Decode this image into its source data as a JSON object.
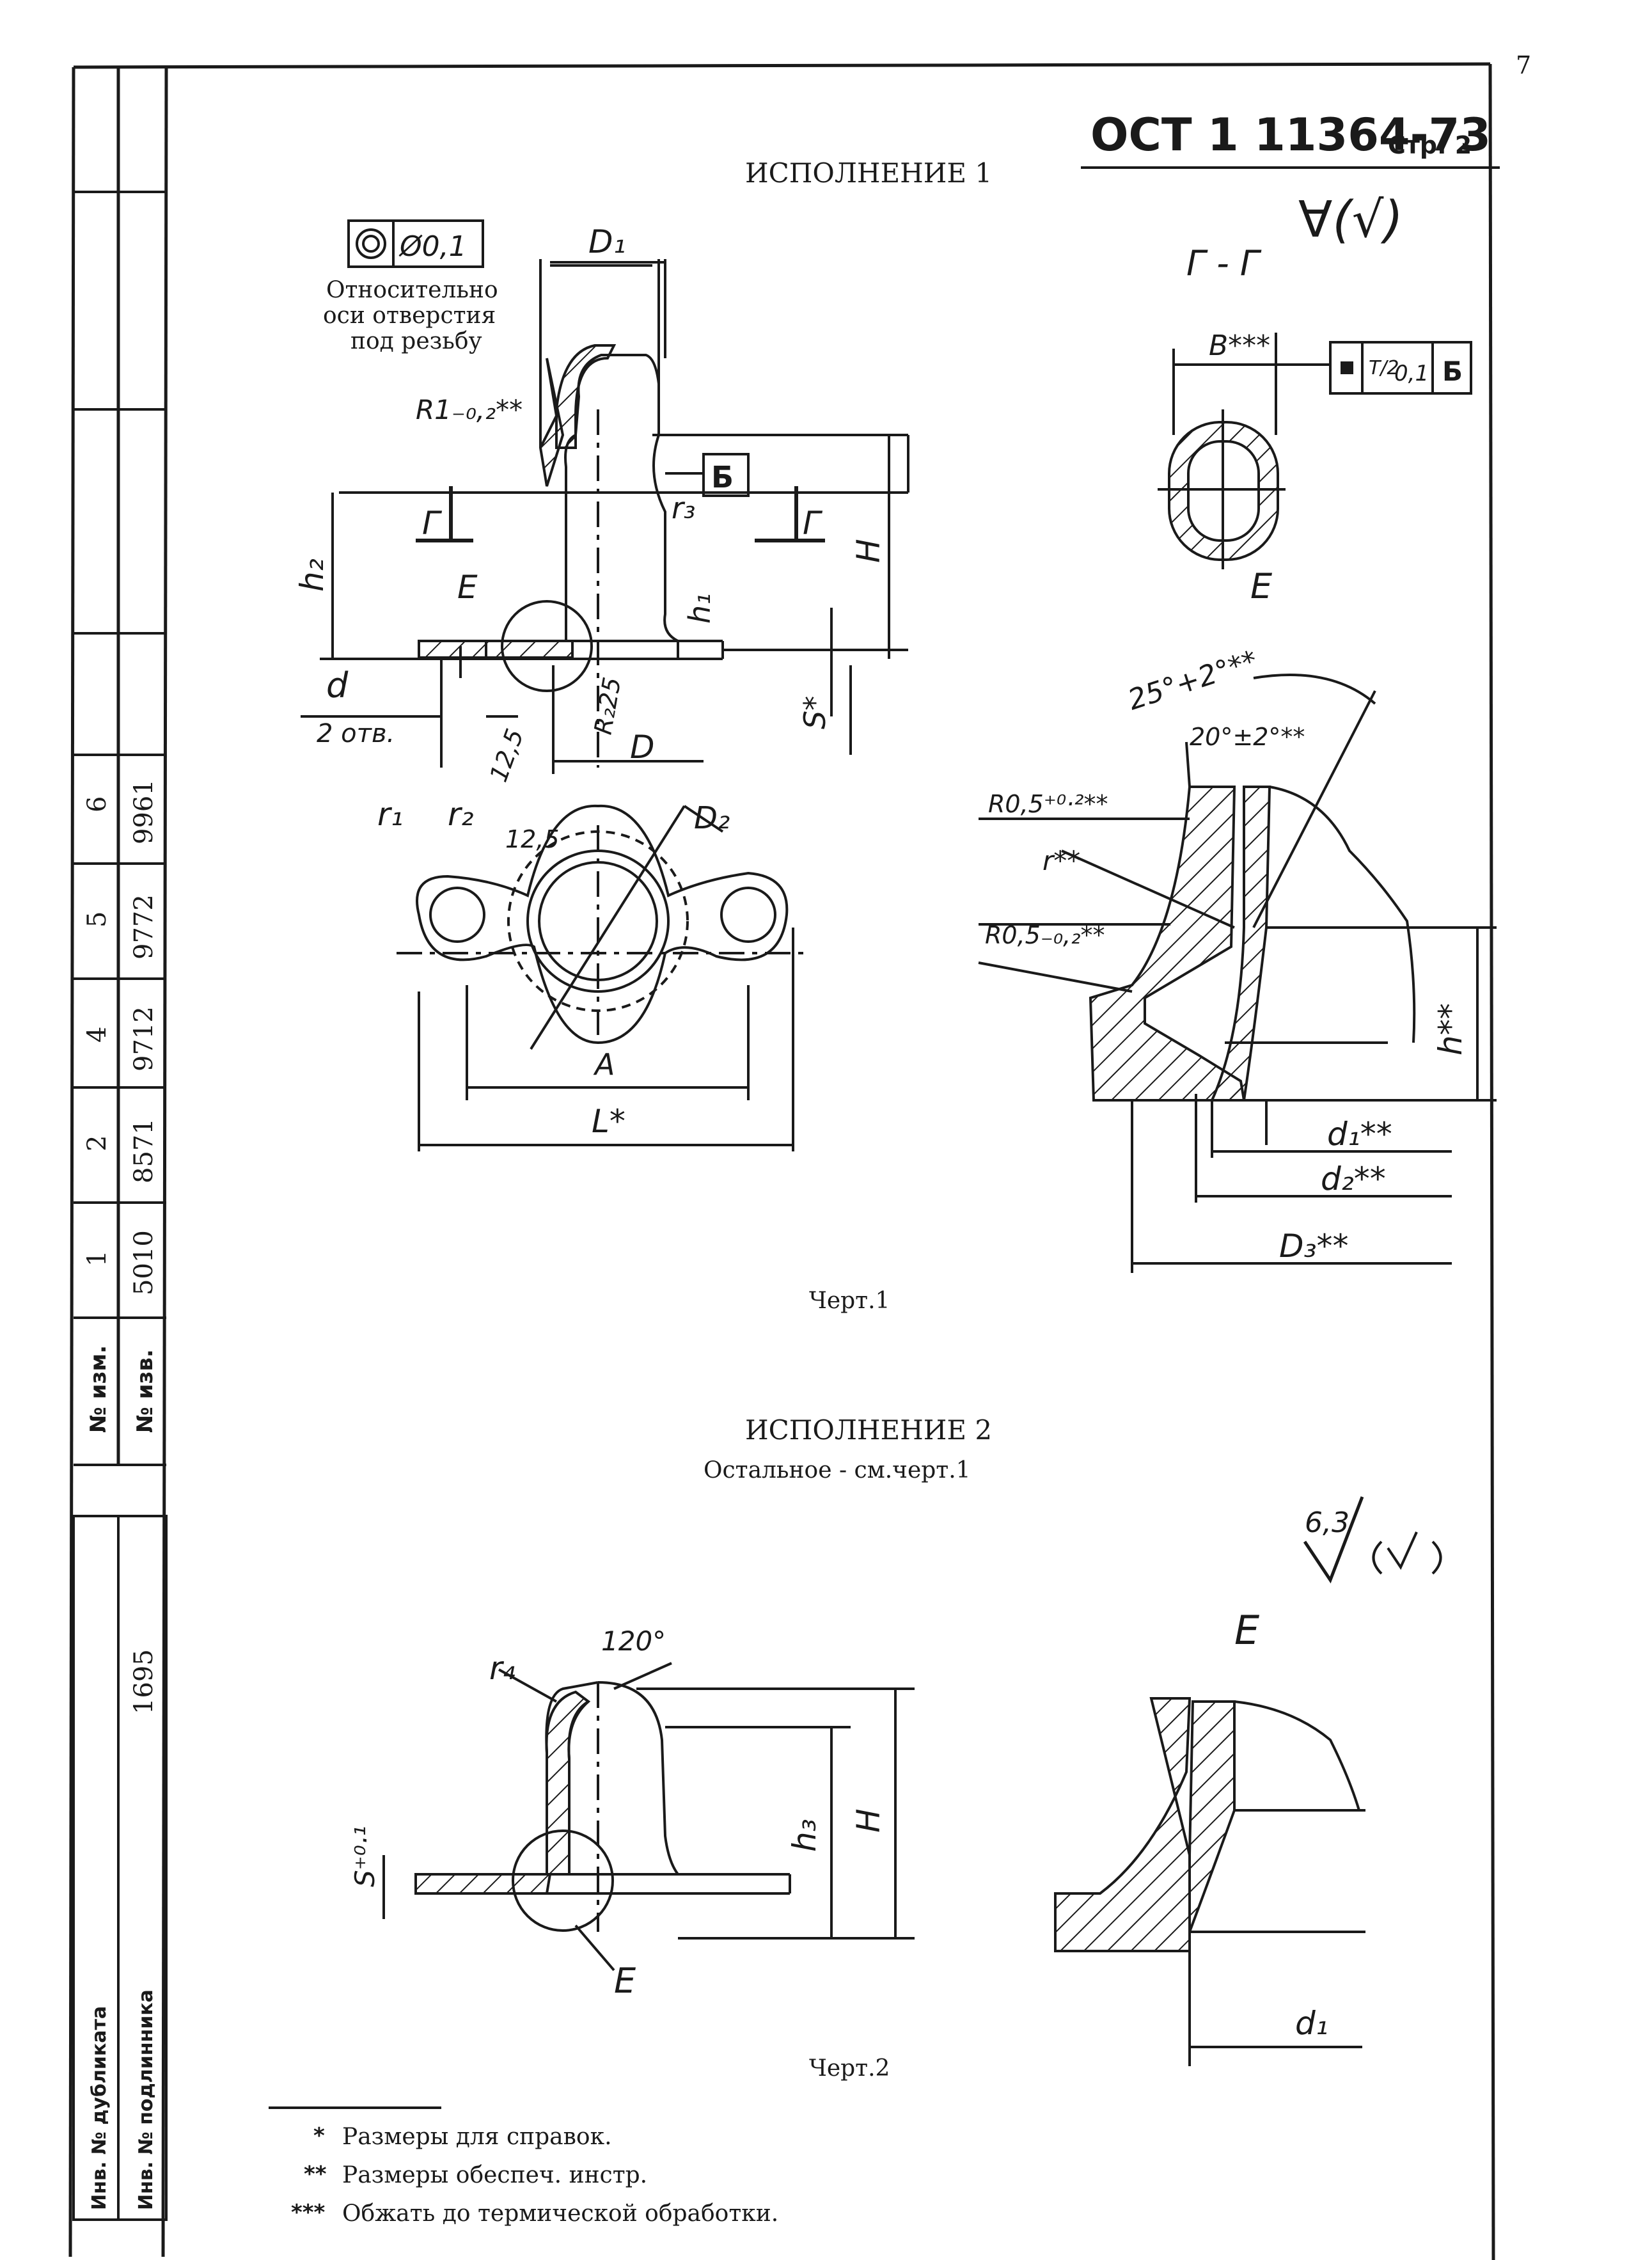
{
  "header": {
    "page_number": "7",
    "standard": "ОСТ 1 11364-73",
    "page_label": "Стр. 2"
  },
  "side_strip": {
    "rev_numbers": [
      "6",
      "5",
      "4",
      "2",
      "1"
    ],
    "doc_numbers": [
      "9961",
      "9772",
      "9712",
      "8571",
      "5010"
    ],
    "rev_label": "№ изм.",
    "doc_label": "№ изв.",
    "inventory_number": "1695",
    "dup_label": "Инв. № дубликата",
    "orig_label": "Инв. № подлинника"
  },
  "variant1": {
    "title": "ИСПОЛНЕНИЕ 1",
    "tolerance": "Ø0,1",
    "tolerance_note": [
      "Относительно",
      "оси отверстия",
      "под резьбу"
    ],
    "labels": {
      "D1": "D₁",
      "R1": "R1₋₀,₂**",
      "B": "Б",
      "r3": "r₃",
      "G1": "Г",
      "G2": "Г",
      "h2": "h₂",
      "E": "E",
      "h1": "h₁",
      "H": "H",
      "S": "S*",
      "d": "d",
      "holes": "2 отв.",
      "Ra125": "12,5",
      "Ra225": "R₂25",
      "D": "D",
      "r1": "r₁",
      "r2": "r₂",
      "Ra_top": "12,5",
      "D2": "D₂",
      "A": "A",
      "L": "L*"
    },
    "caption": "Черт.1"
  },
  "section_gg": {
    "title": "Г - Г",
    "B_label": "B***",
    "frame": [
      "T/2",
      "0,1",
      "Б"
    ],
    "E_label": "E"
  },
  "detail_e1": {
    "angle_outer": "25°+2°**",
    "angle_inner": "20°±2°**",
    "R05_plus": "R0,5⁺⁰·²**",
    "r_label": "r**",
    "R05_minus": "R0,5₋₀,₂**",
    "h_label": "h**",
    "d1": "d₁**",
    "d2": "d₂**",
    "D3": "D₃**"
  },
  "surface_finish": {
    "top": "∀(√)",
    "second": "6,3"
  },
  "variant2": {
    "title": "ИСПОЛНЕНИЕ 2",
    "subtitle": "Остальное - см.черт.1",
    "labels": {
      "angle": "120°",
      "r4": "r₄",
      "S": "S⁺⁰·¹",
      "h3": "h₃",
      "H": "H",
      "E": "E"
    },
    "caption": "Черт.2"
  },
  "detail_e2": {
    "title": "E",
    "d1": "d₁"
  },
  "notes": [
    {
      "mark": "*",
      "text": "Размеры для справок."
    },
    {
      "mark": "**",
      "text": "Размеры обеспеч. инстр."
    },
    {
      "mark": "***",
      "text": "Обжать до термической обработки."
    }
  ]
}
